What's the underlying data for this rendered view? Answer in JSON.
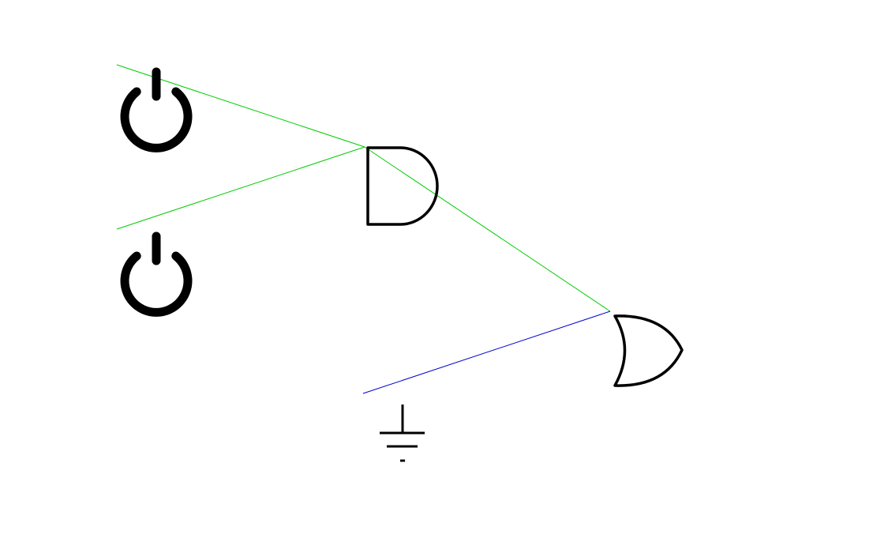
{
  "colors": {
    "background": "#ffffff",
    "symbol_stroke": "#000000",
    "wire_high": "#00cc00",
    "wire_low": "#0000cc"
  },
  "components": [
    {
      "id": "switch-1",
      "kind": "power-switch",
      "icon": "power-icon"
    },
    {
      "id": "switch-2",
      "kind": "power-switch",
      "icon": "power-icon"
    },
    {
      "id": "gate-and",
      "kind": "and-gate",
      "icon": "and-gate-icon"
    },
    {
      "id": "gate-or",
      "kind": "or-gate",
      "icon": "or-gate-icon"
    },
    {
      "id": "ground",
      "kind": "ground",
      "icon": "ground-icon"
    }
  ],
  "wires": [
    {
      "from": "switch-1",
      "to": "gate-and",
      "state": "high"
    },
    {
      "from": "switch-2",
      "to": "gate-and",
      "state": "high"
    },
    {
      "from": "gate-and",
      "to": "gate-or",
      "state": "high"
    },
    {
      "from": "ground",
      "to": "gate-or",
      "state": "low"
    }
  ],
  "ground_label": "-"
}
